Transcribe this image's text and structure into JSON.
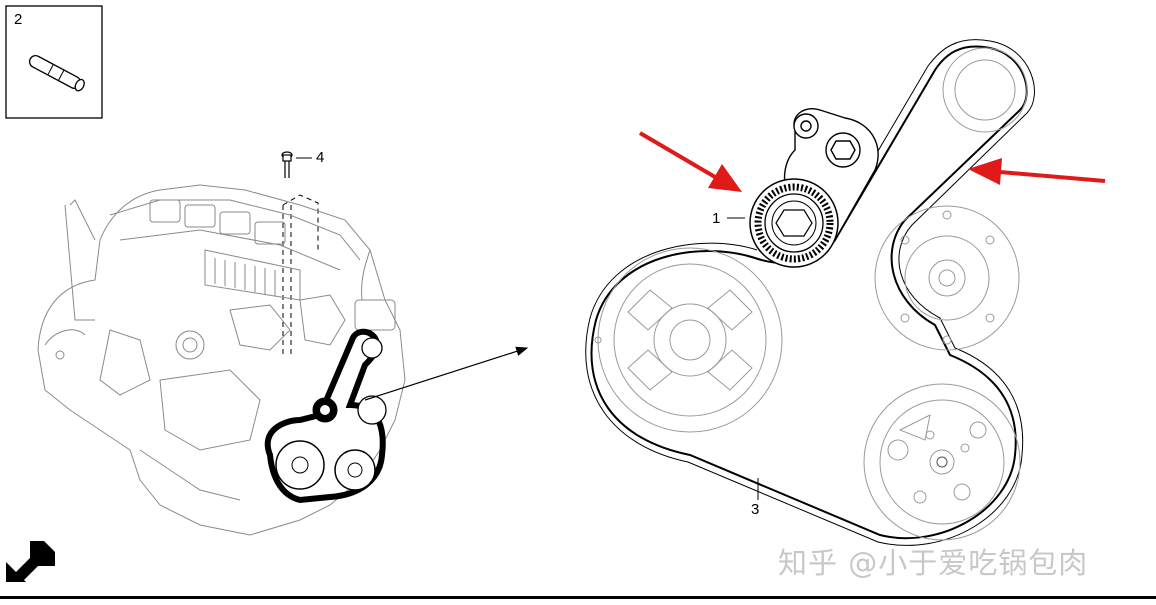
{
  "callouts": {
    "c1": "1",
    "c2": "2",
    "c3": "3",
    "c4": "4"
  },
  "watermark": "知乎 @小于爱吃锅包肉",
  "colors": {
    "line": "#000000",
    "hatch": "#bfbfbf",
    "arrow_red": "#e01919",
    "watermark": "#c8c8c8"
  },
  "icons": [
    "pin-icon",
    "bolt-icon",
    "front-direction-arrow-icon"
  ]
}
